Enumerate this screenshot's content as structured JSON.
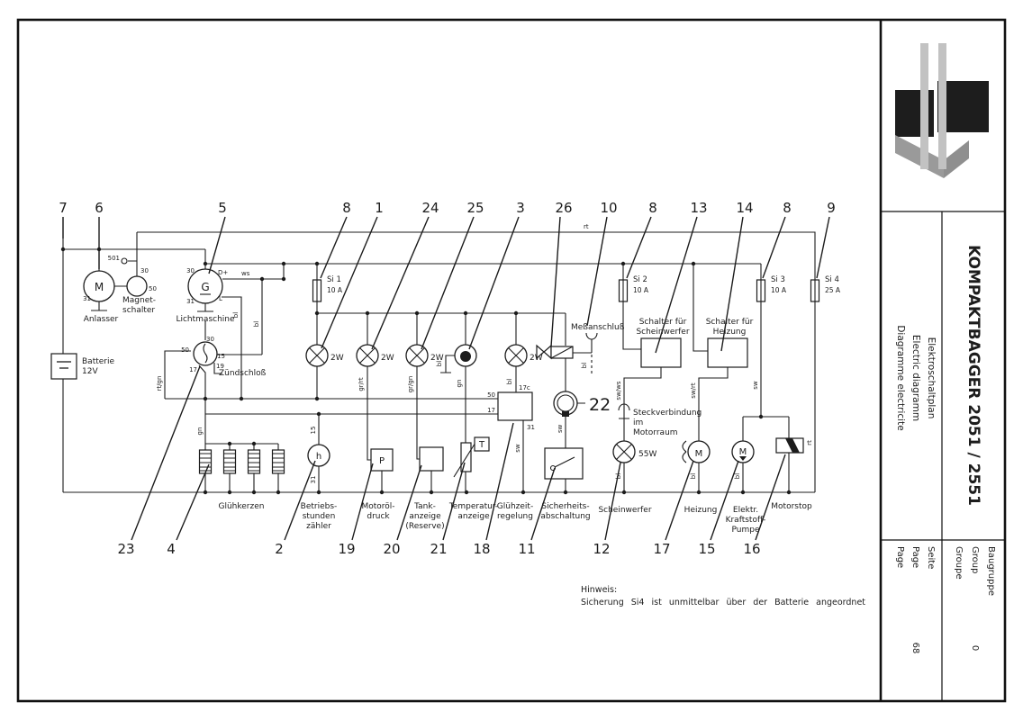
{
  "titleblock": {
    "model": "KOMPAKTBAGGER 2051 / 2551",
    "doc_de": "Elektroschaltplan",
    "doc_en": "Electric diagramm",
    "doc_fr": "Diagramme electricite",
    "page_de": "Seite",
    "page_en": "Page",
    "page_fr": "Page",
    "page_no": "68",
    "group_de": "Baugruppe",
    "group_en": "Group",
    "group_fr": "Groupe",
    "group_no": "0"
  },
  "note": {
    "title": "Hinweis:",
    "body": "Sicherung Si4 ist unmittelbar über der Batterie angeordnet"
  },
  "callouts_top": [
    "7",
    "6",
    "5",
    "8",
    "1",
    "24",
    "25",
    "3",
    "26",
    "10",
    "8",
    "13",
    "14",
    "8",
    "9"
  ],
  "callouts_bottom": [
    "23",
    "4",
    "2",
    "19",
    "20",
    "21",
    "18",
    "11",
    "12",
    "17",
    "15",
    "16"
  ],
  "labels": {
    "anlasser": "Anlasser",
    "magnet1": "Magnet-",
    "magnet2": "schalter",
    "lichtmaschine": "Lichtmaschine",
    "batterie1": "Batterie",
    "batterie2": "12V",
    "zuendschloss": "Zündschloß",
    "gluehkerzen": "Glühkerzen",
    "betriebs1": "Betriebs-",
    "betriebs2": "stunden",
    "betriebs3": "zähler",
    "motoroel1": "Motoröl-",
    "motoroel2": "druck",
    "tank1": "Tank-",
    "tank2": "anzeige",
    "tank3": "(Reserve)",
    "temp1": "Temperatur-",
    "temp2": "anzeige",
    "gluehzeit1": "Glühzeit-",
    "gluehzeit2": "regelung",
    "sicherheit1": "Sicherheits-",
    "sicherheit2": "abschaltung",
    "scheinwerfer": "Scheinwerfer",
    "heizung": "Heizung",
    "pumpe1": "Elektr.",
    "pumpe2": "Kraftstoff-",
    "pumpe3": "Pumpe",
    "motorstop": "Motorstop",
    "schalter_sw1": "Schalter für",
    "schalter_sw2": "Scheinwerfer",
    "schalter_hz1": "Schalter für",
    "schalter_hz2": "Heizung",
    "messanschluss": "Meßanschluß",
    "steck1": "Steckverbindung",
    "steck2": "im",
    "steck3": "Motorraum",
    "lamp_2w": "2W",
    "lamp_55w": "55W",
    "item22": "22"
  },
  "fuses": [
    {
      "name": "Si 1",
      "rating": "10 A"
    },
    {
      "name": "Si 2",
      "rating": "10 A"
    },
    {
      "name": "Si 3",
      "rating": "10 A"
    },
    {
      "name": "Si 4",
      "rating": "25 A"
    }
  ],
  "symbols": {
    "motor": "M",
    "generator": "G",
    "hours": "h",
    "pressure": "P",
    "temp": "T"
  },
  "terminals": {
    "m31": "31",
    "t501": "501",
    "mag30": "30",
    "mag50": "50",
    "g30": "30",
    "g31": "31",
    "gdplus": "D+",
    "gl": "L",
    "z30": "30",
    "z50": "50",
    "z15": "15",
    "z19": "19",
    "z17": "17",
    "r50": "50",
    "r17": "17",
    "r17c": "17c",
    "r31": "31",
    "h15": "15",
    "h31": "31"
  },
  "wires": {
    "rt": "rt",
    "ws": "ws",
    "bl": "bl",
    "rtgn": "rt/gn",
    "gn": "gn",
    "grrt": "gr/rt",
    "grgn": "gr/gn",
    "swws": "sw/ws",
    "swrt": "sw/rt",
    "sw": "sw"
  },
  "colors": {
    "line": "#1c1c1c",
    "logo_black": "#1d1d1d",
    "logo_gray": "#949494",
    "logo_light": "#c2c2c2"
  }
}
